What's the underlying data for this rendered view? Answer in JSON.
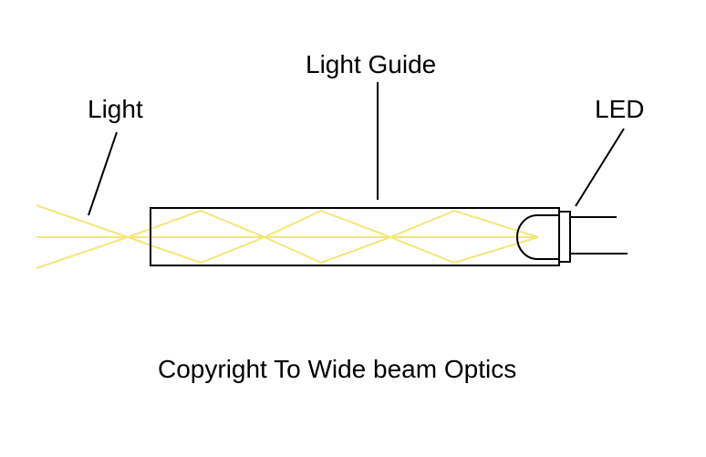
{
  "labels": {
    "light_guide": "Light Guide",
    "light": "Light",
    "led": "LED"
  },
  "copyright": "Copyright To Wide beam Optics",
  "colors": {
    "light_rays": "#f3e77a",
    "outline": "#000000",
    "background": "#ffffff"
  }
}
